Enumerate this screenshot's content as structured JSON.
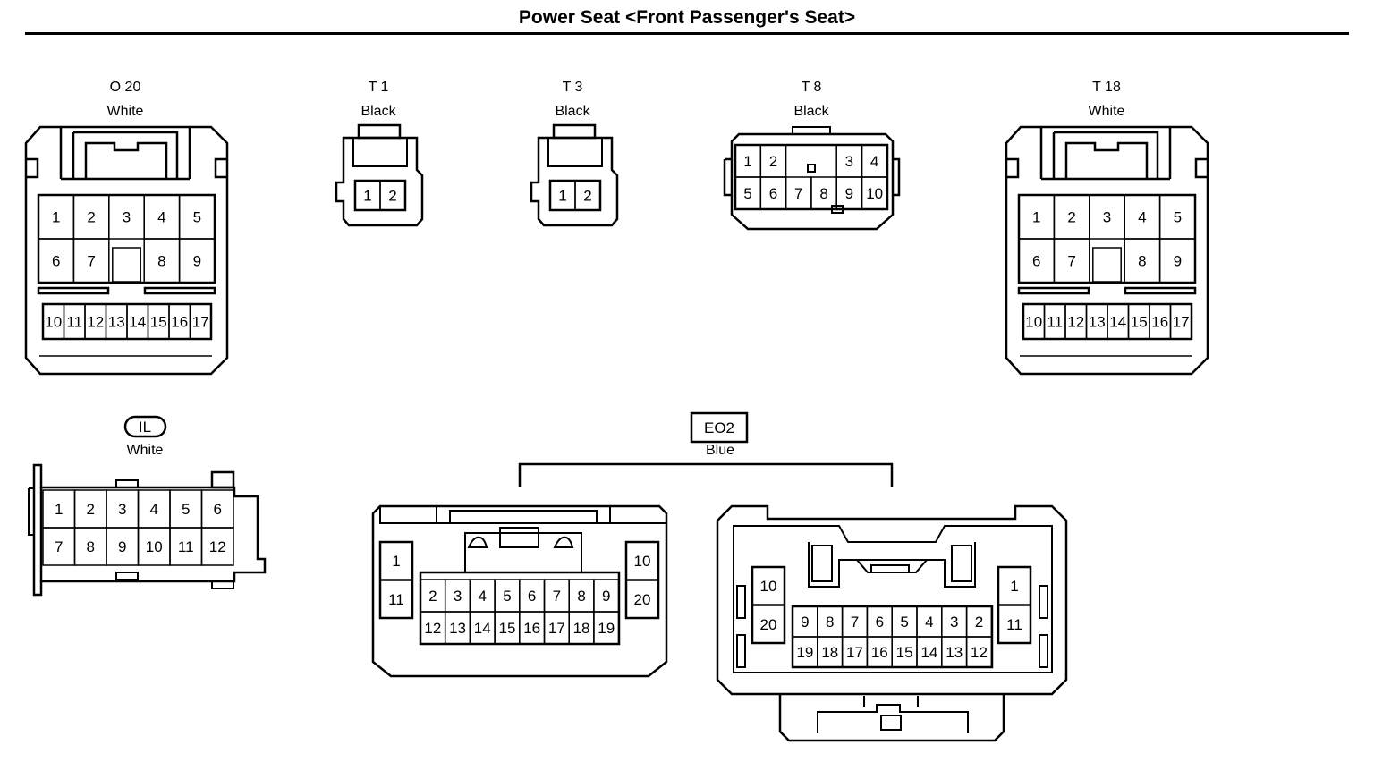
{
  "title": "Power Seat <Front Passenger's Seat>",
  "connectors": {
    "O20": {
      "id": "O 20",
      "color": "White",
      "pins": [
        "1",
        "2",
        "3",
        "4",
        "5",
        "6",
        "7",
        "8",
        "9",
        "10",
        "11",
        "12",
        "13",
        "14",
        "15",
        "16",
        "17"
      ]
    },
    "T1": {
      "id": "T 1",
      "color": "Black",
      "pins": [
        "1",
        "2"
      ]
    },
    "T3": {
      "id": "T 3",
      "color": "Black",
      "pins": [
        "1",
        "2"
      ]
    },
    "T8": {
      "id": "T 8",
      "color": "Black",
      "pins": [
        "1",
        "2",
        "3",
        "4",
        "5",
        "6",
        "7",
        "8",
        "9",
        "10"
      ]
    },
    "T18": {
      "id": "T 18",
      "color": "White",
      "pins": [
        "1",
        "2",
        "3",
        "4",
        "5",
        "6",
        "7",
        "8",
        "9",
        "10",
        "11",
        "12",
        "13",
        "14",
        "15",
        "16",
        "17"
      ]
    },
    "IL": {
      "id": "IL",
      "color": "White",
      "pins": [
        "1",
        "2",
        "3",
        "4",
        "5",
        "6",
        "7",
        "8",
        "9",
        "10",
        "11",
        "12"
      ]
    },
    "EO2": {
      "id": "EO2",
      "color": "Blue",
      "left_pins": [
        "1",
        "11",
        "2",
        "3",
        "4",
        "5",
        "6",
        "7",
        "8",
        "9",
        "12",
        "13",
        "14",
        "15",
        "16",
        "17",
        "18",
        "19",
        "10",
        "20"
      ],
      "right_pins": [
        "10",
        "20",
        "9",
        "8",
        "7",
        "6",
        "5",
        "4",
        "3",
        "2",
        "19",
        "18",
        "17",
        "16",
        "15",
        "14",
        "13",
        "12",
        "1",
        "11"
      ]
    }
  }
}
